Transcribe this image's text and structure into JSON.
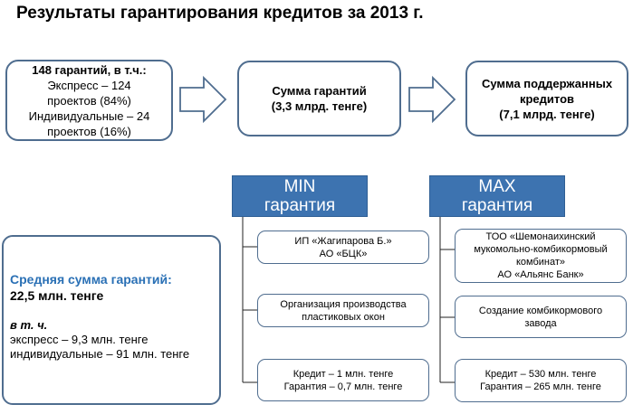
{
  "title": "Результаты гарантирования кредитов за 2013 г.",
  "box1": {
    "line1": "148 гарантий, в т.ч.:",
    "line2": "Экспресс – 124",
    "line3": "проектов (84%)",
    "line4": "Индивидуальные – 24",
    "line5": "проектов (16%)"
  },
  "box2": {
    "line1": "Сумма гарантий",
    "line2": "(3,3 млрд. тенге)"
  },
  "box3": {
    "line1": "Сумма поддержанных",
    "line2": "кредитов",
    "line3": "(7,1 млрд. тенге)"
  },
  "min": {
    "header1": "MIN",
    "header2": "гарантия",
    "item1": {
      "line1": "ИП «Жагипарова Б.»",
      "line2": "АО «БЦК»"
    },
    "item2": {
      "line1": "Организация производства",
      "line2": "пластиковых окон"
    },
    "item3": {
      "line1": "Кредит – 1 млн. тенге",
      "line2": "Гарантия – 0,7 млн. тенге"
    }
  },
  "max": {
    "header1": "MAX",
    "header2": "гарантия",
    "item1": {
      "line1": "ТОО «Шемонаихинский",
      "line2": "мукомольно-комбикормовый",
      "line3": "комбинат»",
      "line4": "АО «Альянс Банк»"
    },
    "item2": {
      "line1": "Создание комбикормового",
      "line2": "завода"
    },
    "item3": {
      "line1": "Кредит – 530 млн. тенге",
      "line2": "Гарантия – 265 млн. тенге"
    }
  },
  "avg": {
    "title": "Средняя сумма гарантий:",
    "sum": "22,5 млн.  тенге",
    "vt": "в т. ч.",
    "express": "экспресс – 9,3 млн. тенге",
    "individual": "индивидуальные – 91 млн. тенге"
  }
}
